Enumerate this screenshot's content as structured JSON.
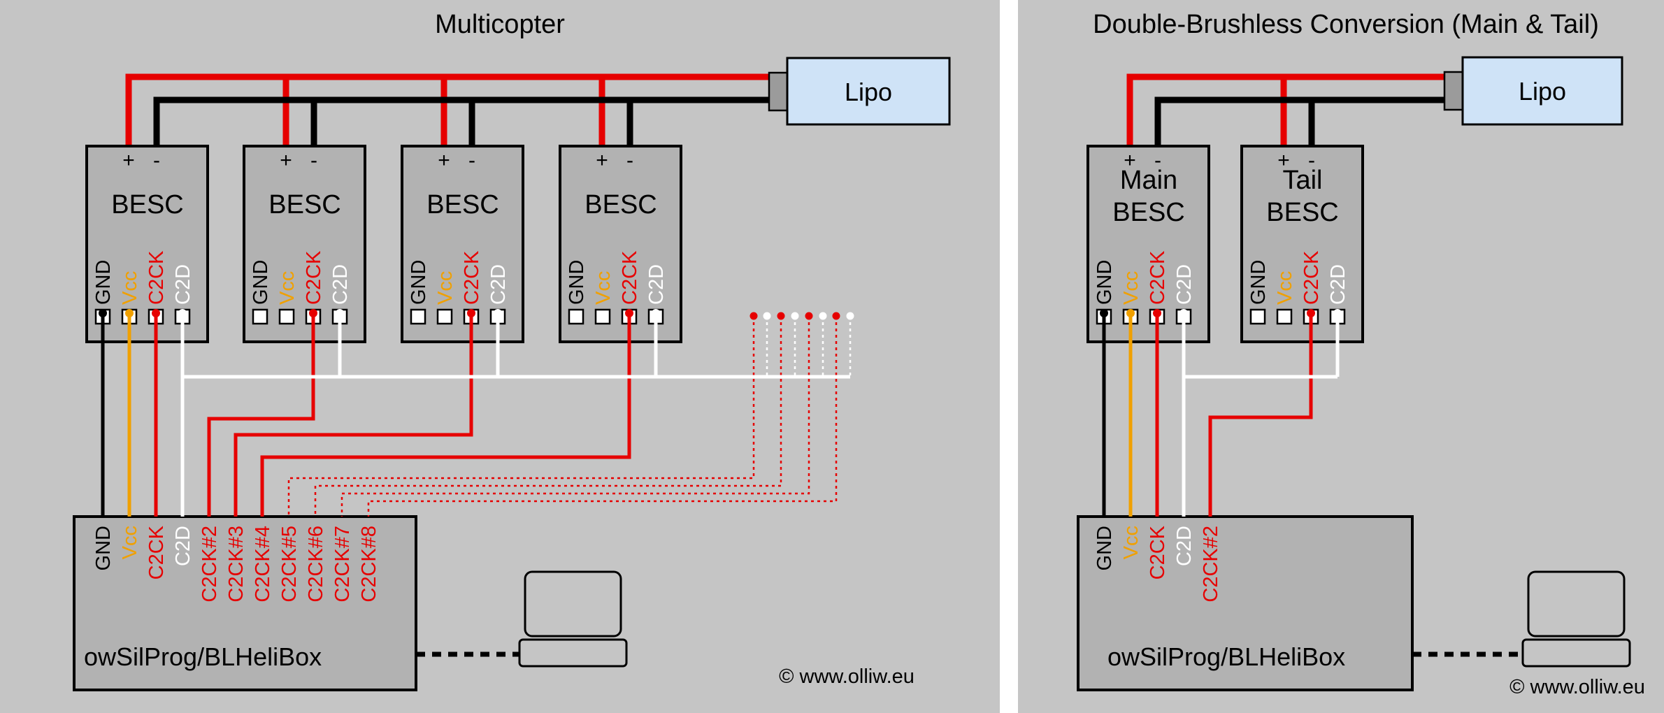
{
  "colors": {
    "panel_bg": "#c5c5c5",
    "box_bg": "#b2b2b2",
    "connector_bg": "#9b9b9b",
    "lipo_bg": "#cfe3f7",
    "wire_red": "#e60000",
    "wire_orange": "#f0a000",
    "wire_white": "#ffffff",
    "wire_black": "#000000"
  },
  "left": {
    "title": "Multicopter",
    "lipo": "Lipo",
    "plus": "+",
    "minus": "-",
    "bescs": [
      "BESC",
      "BESC",
      "BESC",
      "BESC"
    ],
    "pin_labels": [
      "GND",
      "Vcc",
      "C2CK",
      "C2D"
    ],
    "programmer": {
      "label": "owSilProg/BLHeliBox",
      "pins": [
        "GND",
        "Vcc",
        "C2CK",
        "C2D",
        "C2CK#2",
        "C2CK#3",
        "C2CK#4",
        "C2CK#5",
        "C2CK#6",
        "C2CK#7",
        "C2CK#8"
      ]
    },
    "copyright": "© www.olliw.eu"
  },
  "right": {
    "title": "Double-Brushless Conversion (Main & Tail)",
    "lipo": "Lipo",
    "plus": "+",
    "minus": "-",
    "bescs": [
      {
        "line1": "Main",
        "line2": "BESC"
      },
      {
        "line1": "Tail",
        "line2": "BESC"
      }
    ],
    "pin_labels": [
      "GND",
      "Vcc",
      "C2CK",
      "C2D"
    ],
    "programmer": {
      "label": "owSilProg/BLHeliBox",
      "pins": [
        "GND",
        "Vcc",
        "C2CK",
        "C2D",
        "C2CK#2"
      ]
    },
    "copyright": "© www.olliw.eu"
  }
}
